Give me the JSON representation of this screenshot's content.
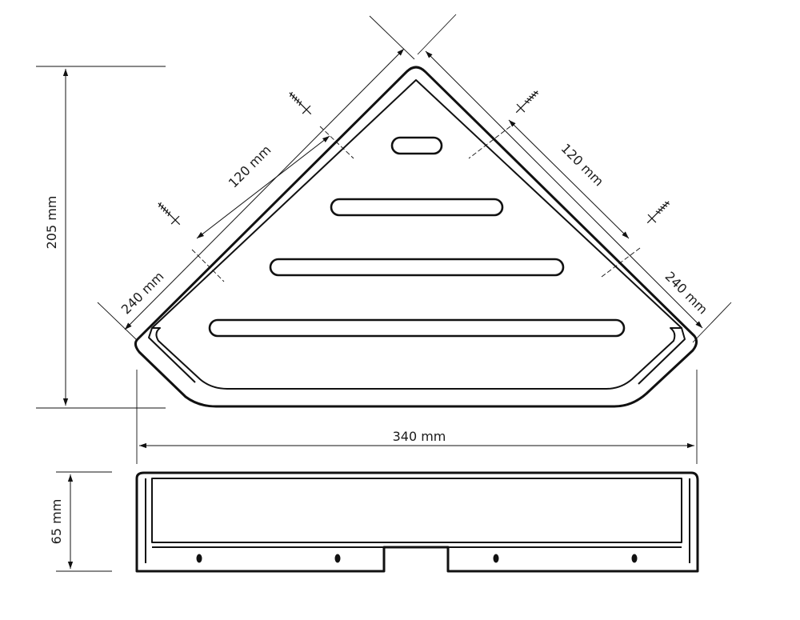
{
  "dimensions": {
    "height": "205 mm",
    "width": "340 mm",
    "depth": "65 mm",
    "side_left": "240 mm",
    "side_right": "240 mm",
    "mount_left": "120 mm",
    "mount_right": "120 mm"
  },
  "colors": {
    "line": "#111111",
    "background": "#ffffff"
  }
}
